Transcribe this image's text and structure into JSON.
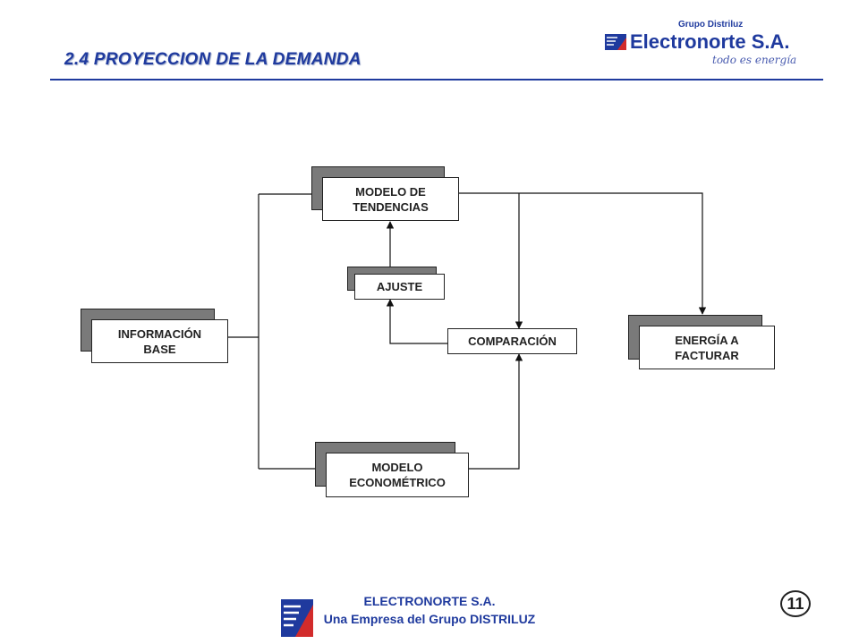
{
  "header": {
    "title": "2.4  PROYECCION DE LA DEMANDA"
  },
  "logo": {
    "group": "Grupo Distriluz",
    "name": "Electronorte S.A.",
    "slogan": "todo es energía"
  },
  "diagram": {
    "nodes": {
      "informacion_base": "INFORMACIÓN\nBASE",
      "modelo_tendencias": "MODELO DE\nTENDENCIAS",
      "ajuste": "AJUSTE",
      "comparacion": "COMPARACIÓN",
      "energia_facturar": "ENERGÍA A\nFACTURAR",
      "modelo_econometrico": "MODELO\nECONOMÉTRICO"
    }
  },
  "footer": {
    "company": "ELECTRONORTE  S.A.",
    "tagline": "Una Empresa del Grupo DISTRILUZ",
    "page_number": "11"
  },
  "colors": {
    "brand_blue": "#1f3a9e",
    "shadow_gray": "#7a7a7a",
    "brand_red": "#d22b2b"
  }
}
